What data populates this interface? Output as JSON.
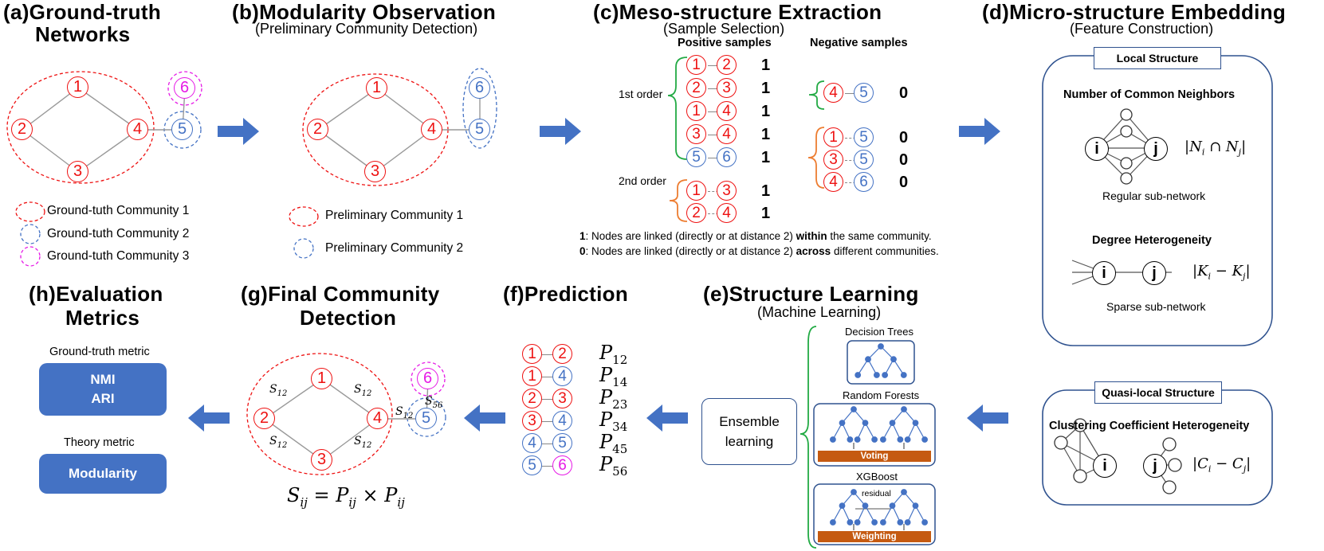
{
  "colors": {
    "red": "#ee1111",
    "blue": "#4472c4",
    "magenta": "#e619e6",
    "green": "#22aa44",
    "orange": "#ed7d31",
    "navy": "#2f528f",
    "bar": "#c55a11",
    "gray": "#888888"
  },
  "panels": {
    "a": {
      "title_line1": "(a)Ground-truth",
      "title_line2": "Networks",
      "legend": [
        "Ground-tuth Community 1",
        "Ground-tuth Community 2",
        "Ground-tuth Community 3"
      ]
    },
    "b": {
      "title": "(b)Modularity Observation",
      "subtitle": "(Preliminary Community Detection)",
      "legend": [
        "Preliminary Community 1",
        "Preliminary Community 2"
      ]
    },
    "c": {
      "title": "(c)Meso-structure Extraction",
      "subtitle": "(Sample Selection)",
      "pos_header": "Positive samples",
      "neg_header": "Negative samples",
      "first_order": "1st order",
      "second_order": "2nd order",
      "note1_pre": "1",
      "note1_mid": ": Nodes are linked (directly or at distance 2) ",
      "note1_bold": "within",
      "note1_post": " the same community.",
      "note2_pre": "0",
      "note2_mid": ": Nodes are linked (directly or at distance 2) ",
      "note2_bold": "across",
      "note2_post": " different communities."
    },
    "d": {
      "title": "(d)Micro-structure Embedding",
      "subtitle": "(Feature Construction)",
      "local_label": "Local Structure",
      "common_neighbors": "Number of Common Neighbors",
      "regular": "Regular sub-network",
      "degree_het": "Degree Heterogeneity",
      "sparse": "Sparse sub-network",
      "quasi_label": "Quasi-local Structure",
      "clustering_het": "Clustering Coefficient Heterogeneity",
      "node_i": "i",
      "node_j": "j"
    },
    "e": {
      "title": "(e)Structure Learning",
      "subtitle": "(Machine Learning)",
      "ensemble": "Ensemble learning",
      "decision_trees": "Decision Trees",
      "random_forests": "Random Forests",
      "voting": "Voting",
      "xgboost": "XGBoost",
      "residual": "residual",
      "weighting": "Weighting"
    },
    "f": {
      "title": "(f)Prediction"
    },
    "g": {
      "title_line1": "(g)Final Community",
      "title_line2": "Detection"
    },
    "h": {
      "title_line1": "(h)Evaluation",
      "title_line2": "Metrics",
      "gt_metric": "Ground-truth metric",
      "nmi": "NMI",
      "ari": "ARI",
      "theory_metric": "Theory metric",
      "modularity": "Modularity"
    }
  },
  "samples": {
    "positive_first": [
      {
        "a": "1",
        "b": "2",
        "ca": "red",
        "cb": "red",
        "label": "1"
      },
      {
        "a": "2",
        "b": "3",
        "ca": "red",
        "cb": "red",
        "label": "1"
      },
      {
        "a": "1",
        "b": "4",
        "ca": "red",
        "cb": "red",
        "label": "1"
      },
      {
        "a": "3",
        "b": "4",
        "ca": "red",
        "cb": "red",
        "label": "1"
      },
      {
        "a": "5",
        "b": "6",
        "ca": "blue",
        "cb": "blue",
        "label": "1"
      }
    ],
    "positive_second": [
      {
        "a": "1",
        "b": "3",
        "ca": "red",
        "cb": "red",
        "label": "1"
      },
      {
        "a": "2",
        "b": "4",
        "ca": "red",
        "cb": "red",
        "label": "1"
      }
    ],
    "negative_first": [
      {
        "a": "4",
        "b": "5",
        "ca": "red",
        "cb": "blue",
        "label": "0"
      }
    ],
    "negative_second": [
      {
        "a": "1",
        "b": "5",
        "ca": "red",
        "cb": "blue",
        "label": "0"
      },
      {
        "a": "3",
        "b": "5",
        "ca": "red",
        "cb": "blue",
        "label": "0"
      },
      {
        "a": "4",
        "b": "6",
        "ca": "red",
        "cb": "blue",
        "label": "0"
      }
    ]
  },
  "predictions": [
    {
      "a": "1",
      "b": "2",
      "ca": "red",
      "cb": "red",
      "p": "P",
      "sub": "12"
    },
    {
      "a": "1",
      "b": "4",
      "ca": "red",
      "cb": "blue",
      "p": "P",
      "sub": "14"
    },
    {
      "a": "2",
      "b": "3",
      "ca": "red",
      "cb": "red",
      "p": "P",
      "sub": "23"
    },
    {
      "a": "3",
      "b": "4",
      "ca": "red",
      "cb": "blue",
      "p": "P",
      "sub": "34"
    },
    {
      "a": "4",
      "b": "5",
      "ca": "blue",
      "cb": "blue",
      "p": "P",
      "sub": "45"
    },
    {
      "a": "5",
      "b": "6",
      "ca": "blue",
      "cb": "magenta",
      "p": "P",
      "sub": "56"
    }
  ],
  "network_nodes": [
    "1",
    "2",
    "3",
    "4",
    "5",
    "6"
  ],
  "formulas": {
    "common": "|N",
    "common_i": "i",
    "cap": " ∩ N",
    "common_j": "j",
    "common_end": "|",
    "deg": "|K",
    "deg_i": "i",
    "minus": " − K",
    "deg_j": "j",
    "deg_end": "|",
    "cc": "|C",
    "cc_i": "i",
    "cc_minus": " − C",
    "cc_j": "j",
    "cc_end": "|",
    "s": "S",
    "s12": "12",
    "s56": "56",
    "final_lhs": "S",
    "final_ij": "ij",
    "final_eq": " = P",
    "final_times": " × P"
  }
}
